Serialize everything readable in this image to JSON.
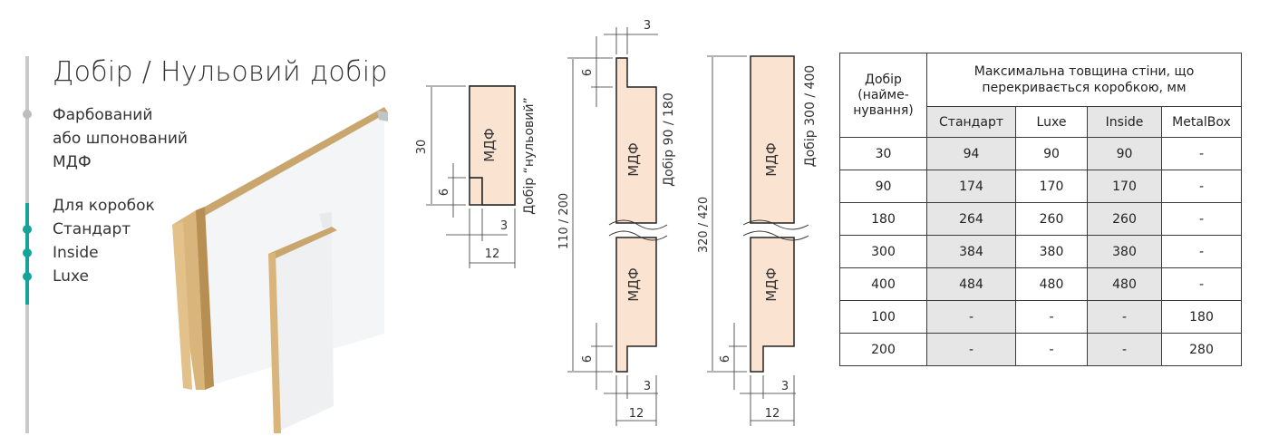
{
  "title": "Добір / Нульовий добір",
  "material": [
    "Фарбований",
    "або шпонований",
    "МДФ"
  ],
  "boxes": [
    "Для коробок",
    "Стандарт",
    "Inside",
    "Luxe"
  ],
  "drawings": {
    "zero": {
      "name": "Добір “нульовий”",
      "material": "МДФ",
      "height": "30",
      "step": "6",
      "lip": "3",
      "width": "12"
    },
    "d90": {
      "name": "Добір 90 / 180",
      "material_top": "МДФ",
      "material_bottom": "МДФ",
      "height": "110 / 200",
      "step_top": "6",
      "step_bottom": "6",
      "lip_top": "3",
      "lip_bottom": "3",
      "width": "12"
    },
    "d300": {
      "name": "Добір 300 / 400",
      "material_top": "МДФ",
      "material_bottom": "МДФ",
      "height": "320 / 420",
      "step": "6",
      "lip": "3",
      "width": "12"
    }
  },
  "table": {
    "col_name": "Добір\n(найме-\nнування)",
    "group_header": "Максимальна товщина стіни, що перекривається коробкою, мм",
    "columns": [
      "Стандарт",
      "Luxe",
      "Inside",
      "MetalBox"
    ],
    "rows": [
      {
        "name": "30",
        "values": [
          "94",
          "90",
          "90",
          "-"
        ]
      },
      {
        "name": "90",
        "values": [
          "174",
          "170",
          "170",
          "-"
        ]
      },
      {
        "name": "180",
        "values": [
          "264",
          "260",
          "260",
          "-"
        ]
      },
      {
        "name": "300",
        "values": [
          "384",
          "380",
          "380",
          "-"
        ]
      },
      {
        "name": "400",
        "values": [
          "484",
          "480",
          "480",
          "-"
        ]
      },
      {
        "name": "100",
        "values": [
          "-",
          "-",
          "-",
          "180"
        ]
      },
      {
        "name": "200",
        "values": [
          "-",
          "-",
          "-",
          "280"
        ]
      }
    ]
  },
  "colors": {
    "accent": "#16a39a",
    "line": "#c9c9c9",
    "section_fill": "#fbe3d2",
    "shade": "#e6e6e6"
  }
}
